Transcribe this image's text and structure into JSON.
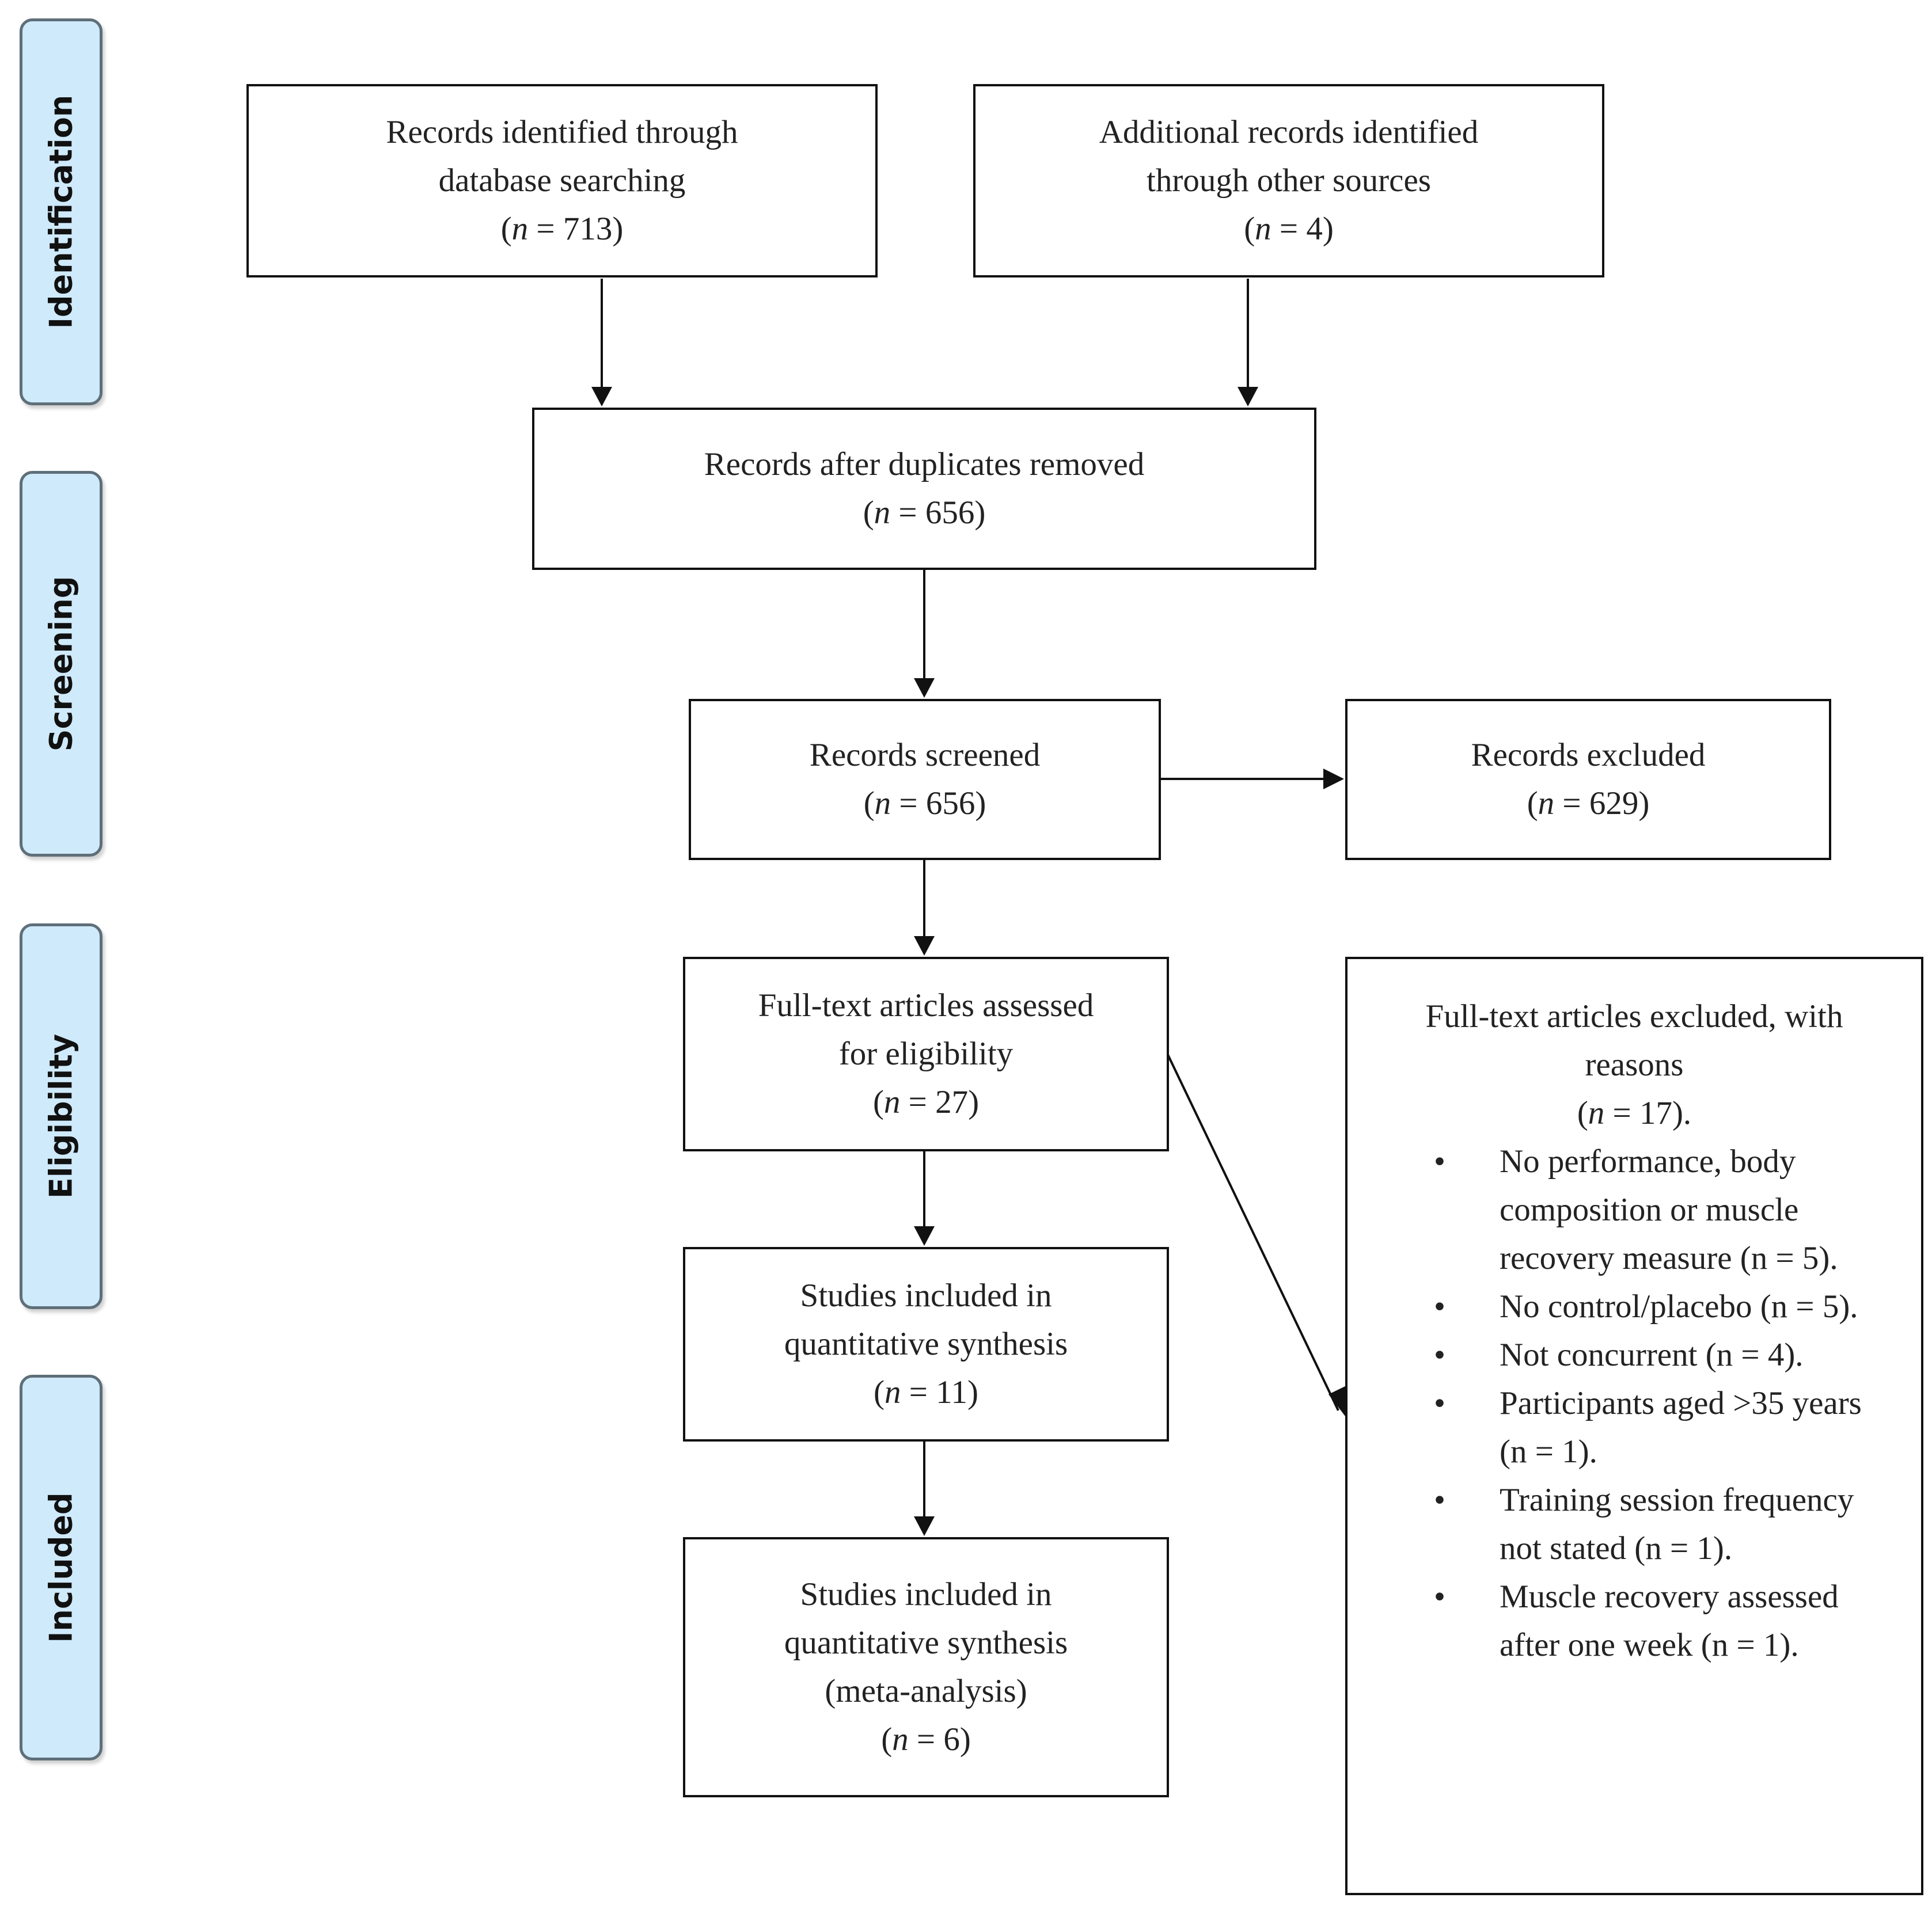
{
  "phases": {
    "identification": "Identification",
    "screening": "Screening",
    "eligibility": "Eligibility",
    "included": "Included"
  },
  "boxes": {
    "database": {
      "lines": [
        "Records identified through",
        "database searching"
      ],
      "n_prefix": "(",
      "n_var": "n",
      "n_suffix": " = 713)"
    },
    "other_sources": {
      "lines": [
        "Additional records identified",
        "through other sources"
      ],
      "n_prefix": "(",
      "n_var": "n",
      "n_suffix": " = 4)"
    },
    "duplicates_removed": {
      "lines": [
        "Records after duplicates removed"
      ],
      "n_prefix": "(",
      "n_var": "n",
      "n_suffix": " = 656)"
    },
    "screened": {
      "lines": [
        "Records screened"
      ],
      "n_prefix": "(",
      "n_var": "n",
      "n_suffix": " = 656)"
    },
    "excluded": {
      "lines": [
        "Records excluded"
      ],
      "n_prefix": "(",
      "n_var": "n",
      "n_suffix": " =   629)"
    },
    "fulltext_assessed": {
      "lines": [
        "Full-text articles assessed",
        "for eligibility"
      ],
      "n_prefix": "(",
      "n_var": "n",
      "n_suffix": " = 27)"
    },
    "qualitative": {
      "lines": [
        "Studies included in",
        "quantitative synthesis"
      ],
      "n_prefix": "(",
      "n_var": "n",
      "n_suffix": " = 11)"
    },
    "meta_analysis": {
      "lines": [
        "Studies included in",
        "quantitative synthesis",
        "(meta-analysis)"
      ],
      "n_prefix": "(",
      "n_var": "n",
      "n_suffix": " = 6)"
    },
    "fulltext_excluded": {
      "lines": [
        "Full-text articles excluded, with",
        "reasons"
      ],
      "n_prefix": "(",
      "n_var": "n",
      "n_suffix": " = 17).",
      "reasons": [
        "No performance, body composition or muscle recovery measure (n = 5).",
        "No control/placebo (n = 5).",
        "Not concurrent (n = 4).",
        "Participants aged >35 years (n = 1).",
        "Training session frequency not stated (n = 1).",
        "Muscle recovery assessed after one week (n = 1)."
      ]
    }
  }
}
